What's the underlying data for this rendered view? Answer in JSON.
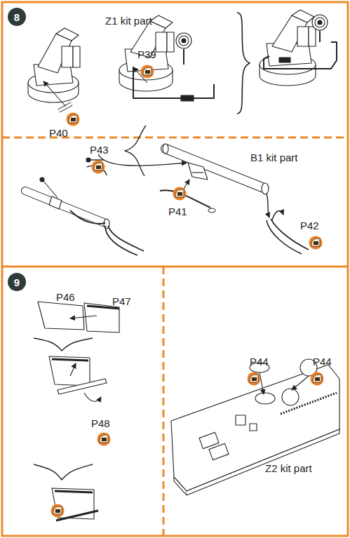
{
  "diagram": {
    "nodes": [
      {
        "text": [
          "8"
        ]
      },
      {
        "text": [
          "9"
        ]
      }
    ],
    "labels": [
      "Z1 kit part",
      "P40",
      "P39",
      "B1 kit part",
      "P43",
      "P41",
      "P42",
      "P46",
      "P47",
      "P48",
      "P44",
      "P44",
      "Z2 kit part"
    ]
  }
}
